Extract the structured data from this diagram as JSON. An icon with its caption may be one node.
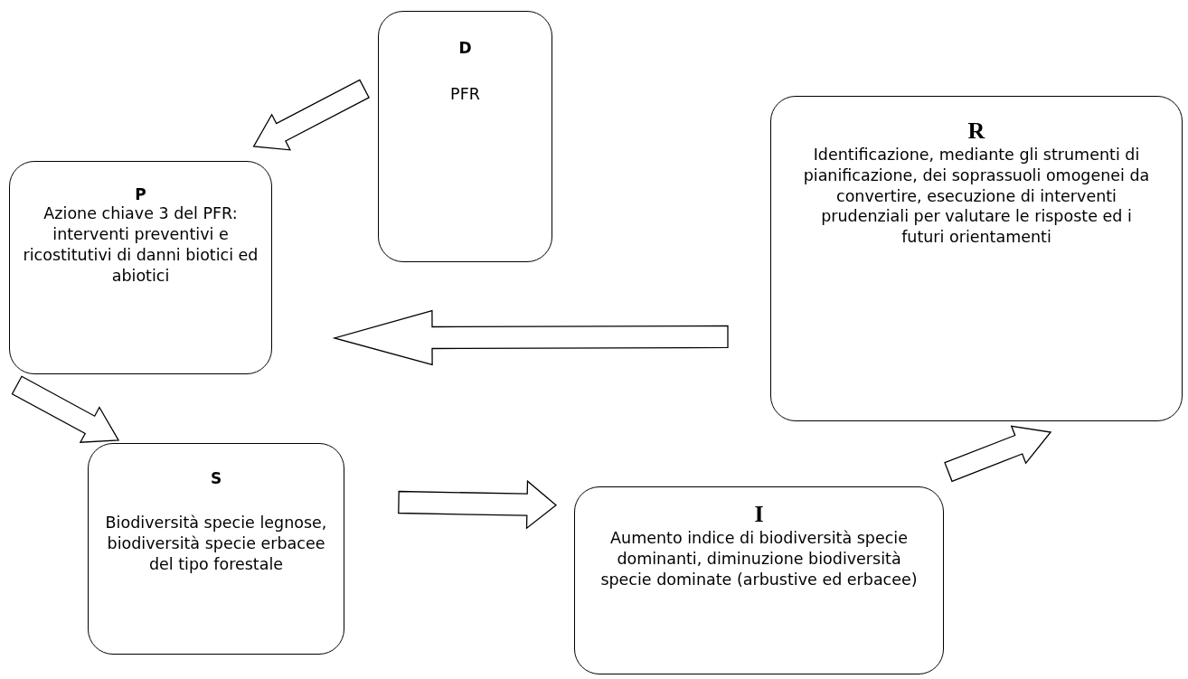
{
  "diagram": {
    "nodes": [
      {
        "text": [
          "D",
          "PFR"
        ]
      },
      {
        "text": [
          "P",
          "Azione chiave 3 del PFR: interventi preventivi e ricostitutivi di danni biotici ed abiotici"
        ]
      },
      {
        "text": [
          "R",
          "Identificazione, mediante gli strumenti di pianificazione, dei soprassuoli omogenei da convertire, esecuzione di interventi prudenziali per valutare le risposte ed i futuri orientamenti"
        ]
      },
      {
        "text": [
          "S",
          "Biodiversità specie legnose, biodiversità specie erbacee del tipo forestale"
        ]
      },
      {
        "text": [
          "I",
          "Aumento indice di biodiversità specie dominanti, diminuzione biodiversità specie dominate (arbustive ed erbacee)"
        ]
      }
    ],
    "edges": [
      {
        "from": 0,
        "to": 1,
        "arrow": "to"
      },
      {
        "from": 2,
        "to": 1,
        "arrow": "to"
      },
      {
        "from": 1,
        "to": 3,
        "arrow": "to"
      },
      {
        "from": 3,
        "to": 4,
        "arrow": "to"
      },
      {
        "from": 4,
        "to": 2,
        "arrow": "to"
      }
    ]
  }
}
